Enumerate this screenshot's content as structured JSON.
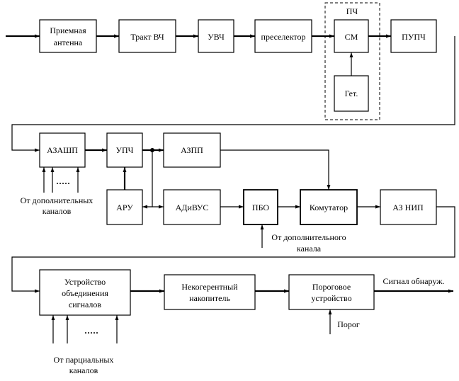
{
  "blocks": {
    "antenna": [
      "Приемная",
      "антенна"
    ],
    "rf_path": [
      "Тракт ВЧ"
    ],
    "rf_amp": [
      "УВЧ"
    ],
    "preselector": [
      "преселектор"
    ],
    "mixer": [
      "СМ"
    ],
    "local_osc": [
      "Гет."
    ],
    "preamp_if": [
      "ПУПЧ"
    ],
    "azashp": [
      "АЗАШП"
    ],
    "if_amp": [
      "УПЧ"
    ],
    "agc": [
      "АРУ"
    ],
    "azpp": [
      "АЗПП"
    ],
    "adivus": [
      "АДиВУС"
    ],
    "pbo": [
      "ПБО"
    ],
    "commutator": [
      "Комутатор"
    ],
    "az_nip": [
      "АЗ НИП"
    ],
    "combiner": [
      "Устройство",
      "объединения",
      "сигналов"
    ],
    "accumulator": [
      "Некогерентный",
      "накопитель"
    ],
    "threshold_device": [
      "Пороговое",
      "устройство"
    ]
  },
  "group_label": "ПЧ",
  "labels": {
    "additional_channels": [
      "От дополнительных",
      "каналов"
    ],
    "additional_channel": [
      "От дополнительного",
      "канала"
    ],
    "partial_channels": [
      "От парциальных",
      "каналов"
    ],
    "threshold": "Порог",
    "output": "Сигнал обнаруж."
  }
}
